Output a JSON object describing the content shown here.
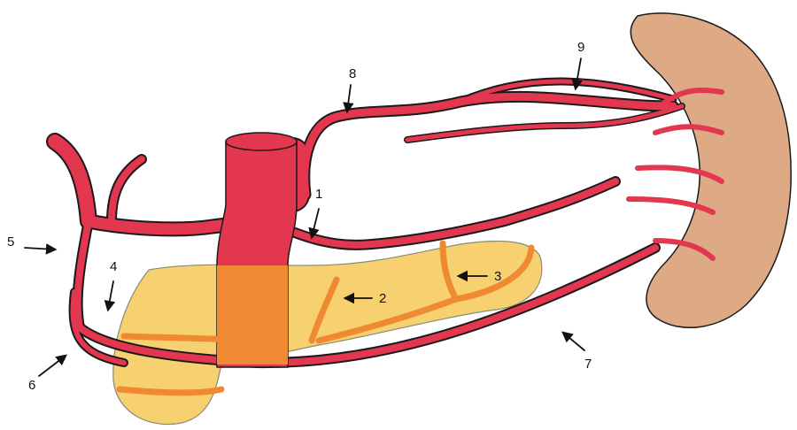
{
  "labels": [
    "1",
    "2",
    "3",
    "4",
    "5",
    "6",
    "7",
    "8",
    "9"
  ],
  "colors": {
    "artery": "#e2374f",
    "artery_outline": "#1a1a1a",
    "pancreas": "#f7d06f",
    "pancreas_outline": "#8a8a7a",
    "overlap": "#f08a32",
    "spleen": "#deaa86",
    "background": "#ffffff"
  },
  "icons": [
    "arrow-icon"
  ]
}
